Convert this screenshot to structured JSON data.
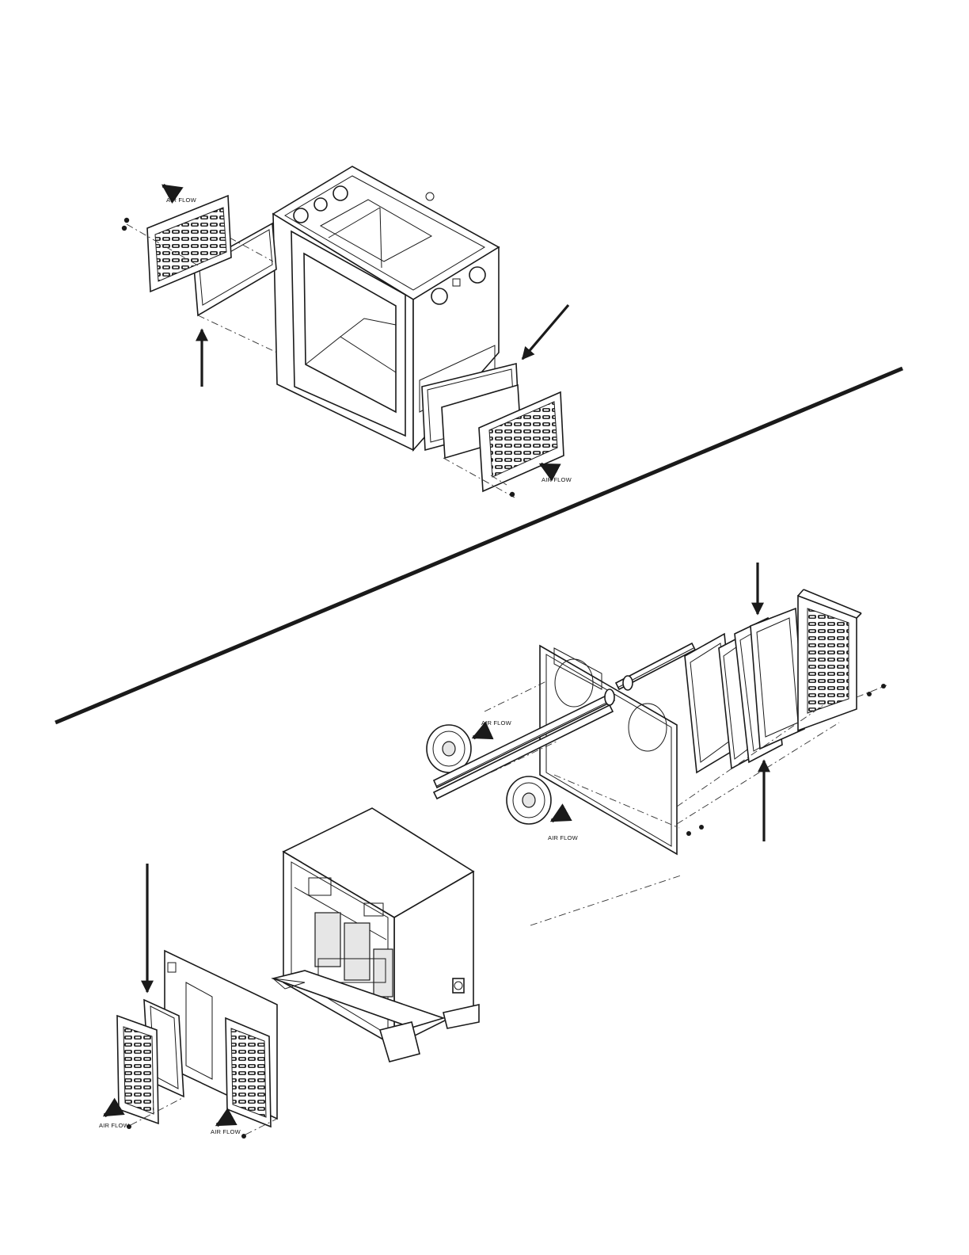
{
  "labels": {
    "airflow_1": "AIR FLOW",
    "airflow_2": "AIR FLOW",
    "airflow_3": "AIR FLOW",
    "airflow_4": "AIR FLOW",
    "airflow_5": "AIR FLOW",
    "airflow_6": "AIR FLOW"
  },
  "colors": {
    "line": "#1a1a1a",
    "background": "#ffffff"
  }
}
